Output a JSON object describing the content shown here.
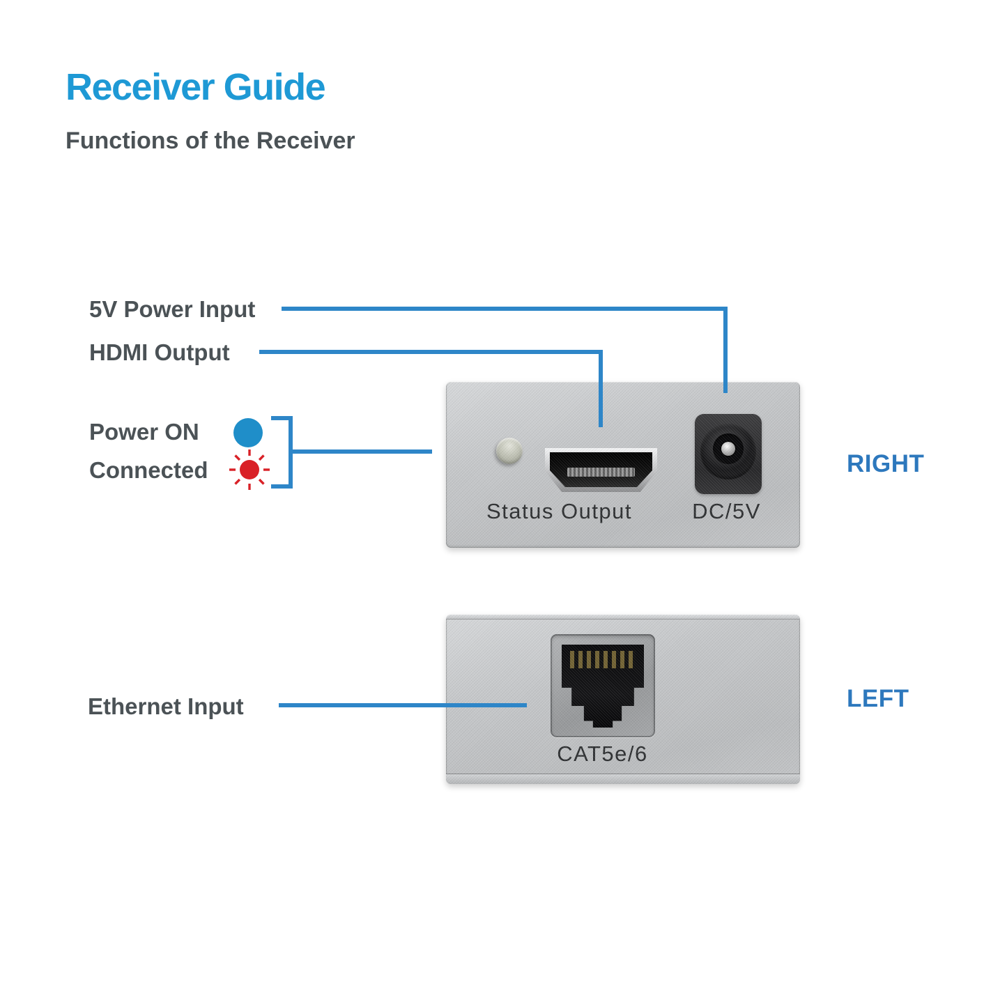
{
  "header": {
    "title": "Receiver Guide",
    "subtitle": "Functions of the Receiver"
  },
  "callouts": {
    "power_input_label": "5V Power Input",
    "hdmi_output_label": "HDMI Output",
    "power_on_label": "Power ON",
    "connected_label": "Connected",
    "ethernet_input_label": "Ethernet Input"
  },
  "legend_icons": {
    "power_on_led": "power-on-led-dot",
    "connected_led": "connected-led-burst"
  },
  "panels": {
    "right": {
      "side_label": "RIGHT",
      "status_output_label": "Status Output",
      "dc_label": "DC/5V"
    },
    "left": {
      "side_label": "LEFT",
      "cat_label": "CAT5e/6"
    }
  },
  "colors": {
    "title_blue": "#1e99d5",
    "side_label_blue": "#2d78bd",
    "leader_line_blue": "#2e86c8",
    "power_on_blue": "#1f8ec9",
    "connected_red": "#d92127",
    "label_gray": "#4b5256",
    "panel_silver": "#c4c6c8"
  }
}
